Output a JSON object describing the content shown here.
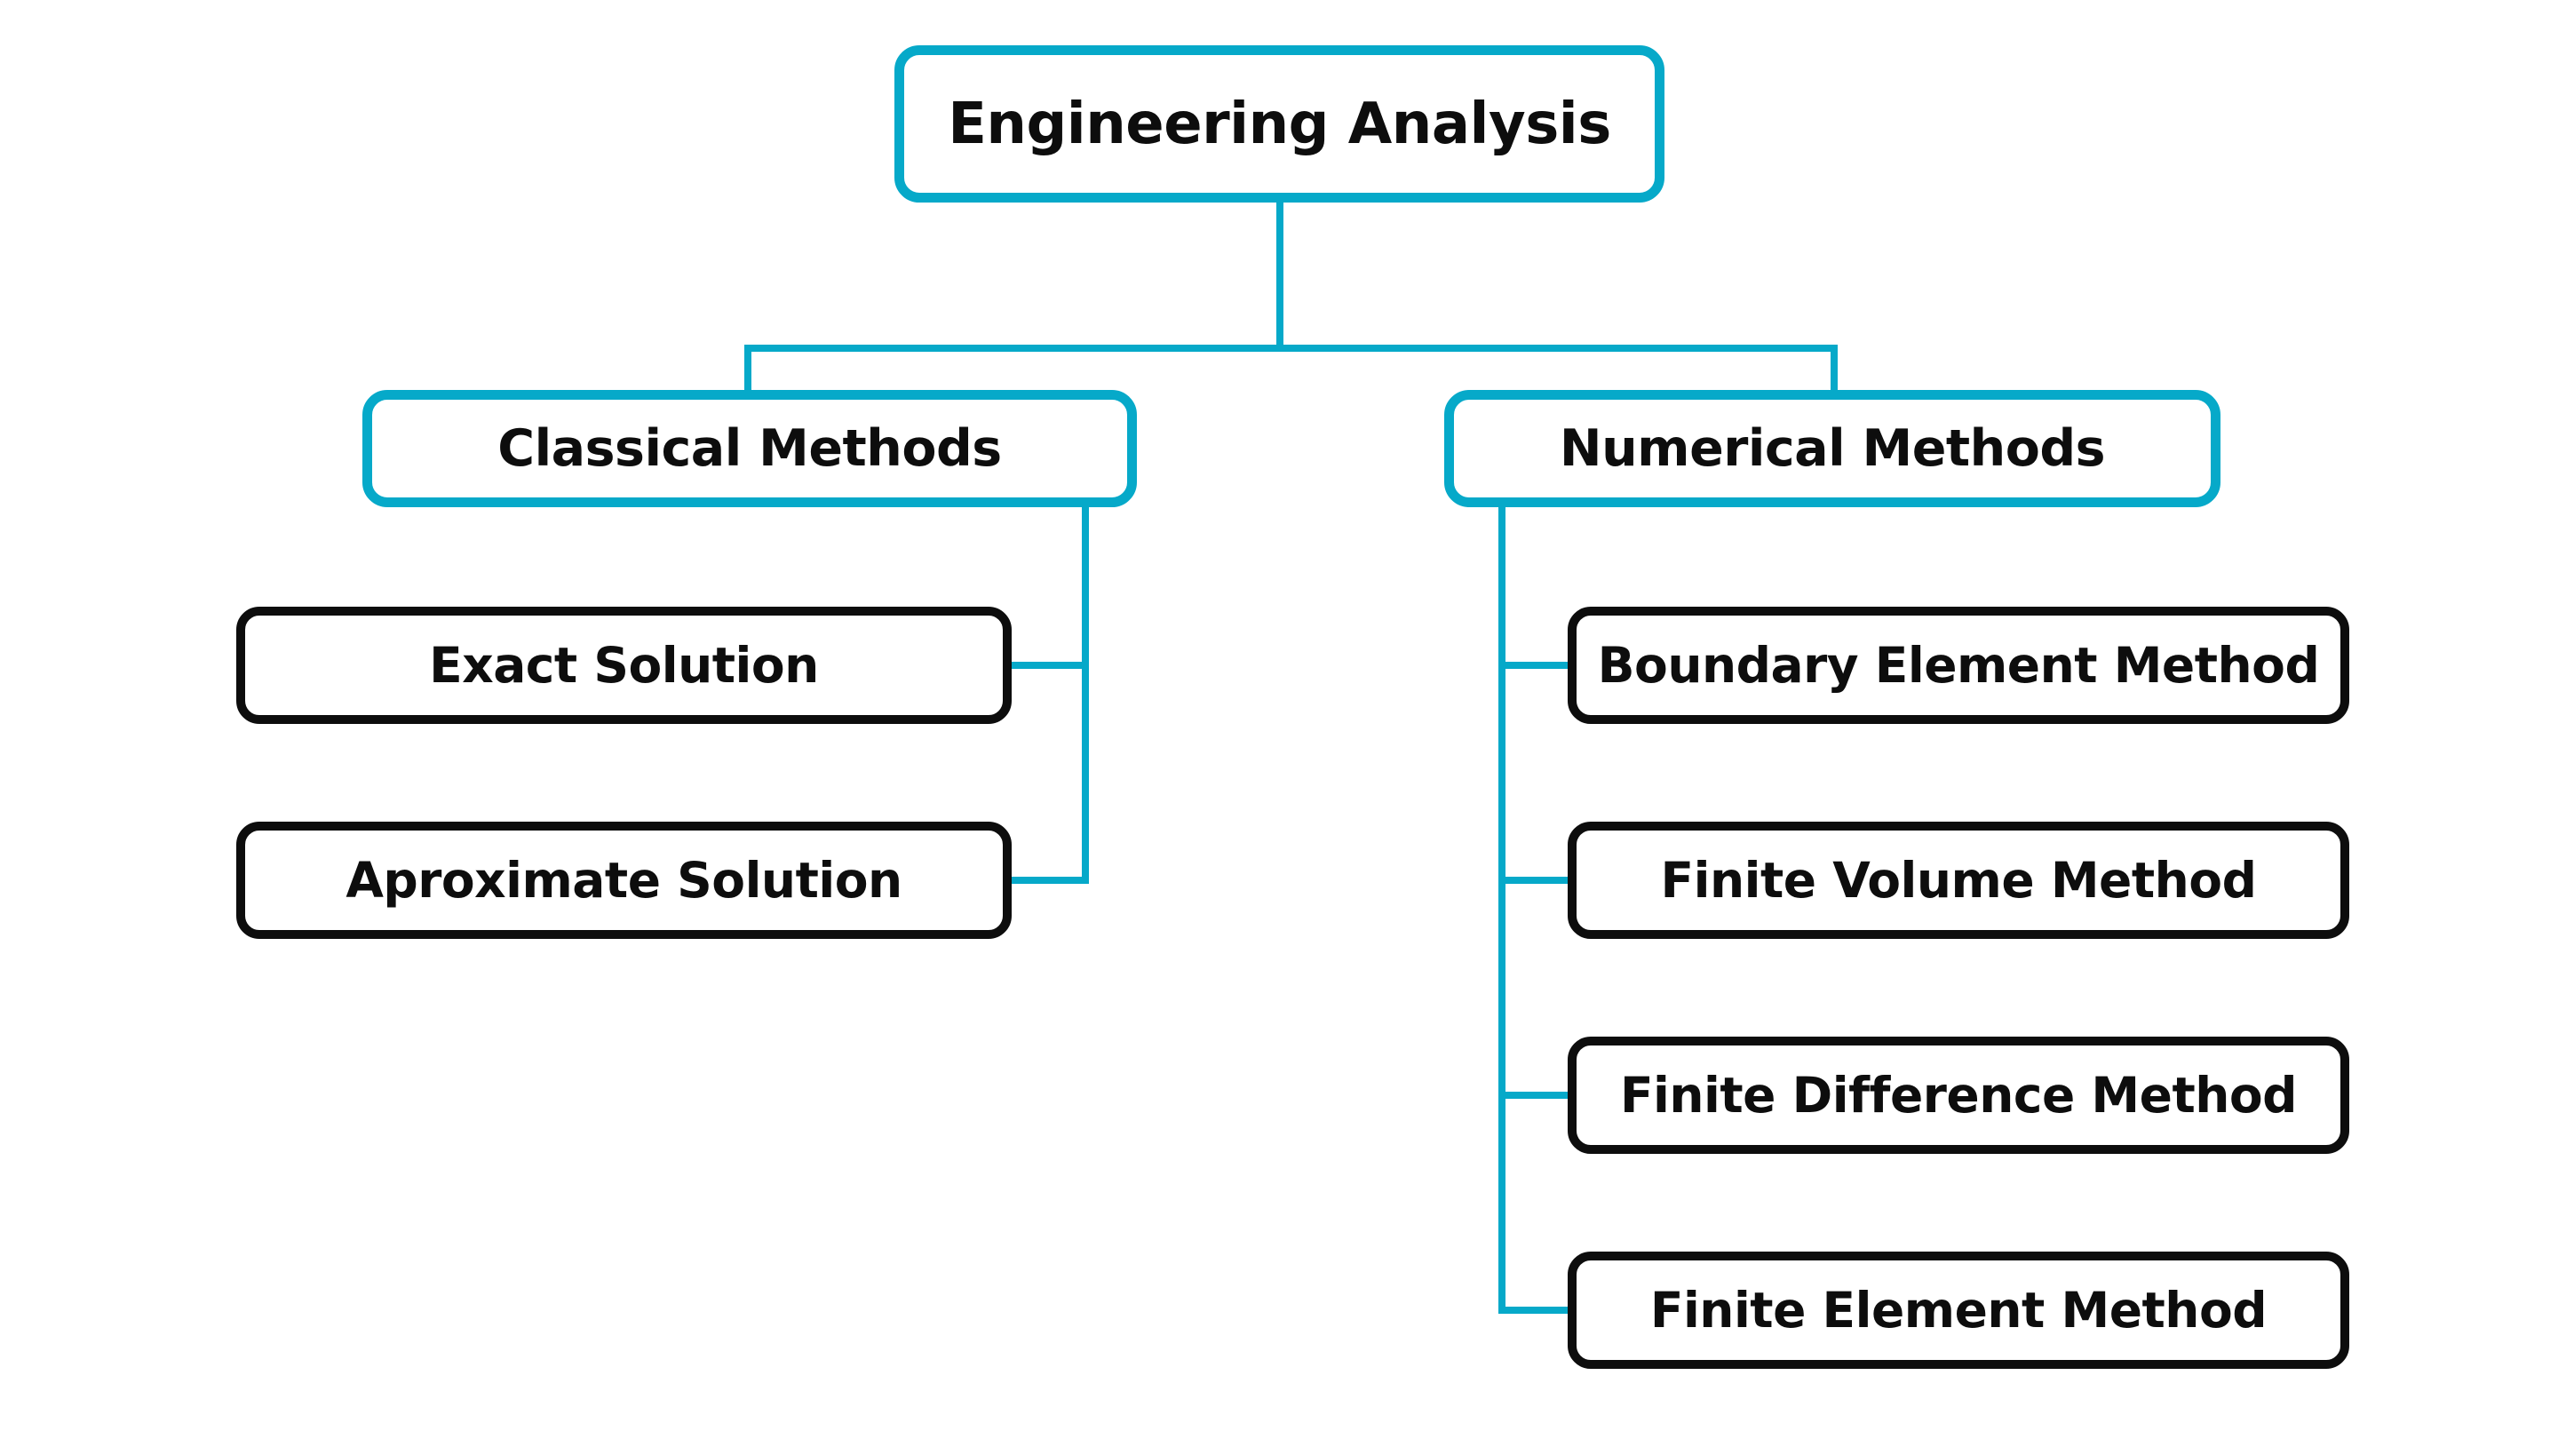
{
  "diagram": {
    "type": "flowchart-tree",
    "colors": {
      "accent": "#06a9c9",
      "ink": "#0d0d0d",
      "background": "#ffffff"
    },
    "root": {
      "label": "Engineering Analysis"
    },
    "branches": [
      {
        "label": "Classical Methods",
        "children": [
          {
            "label": "Exact Solution"
          },
          {
            "label": "Aproximate Solution"
          }
        ]
      },
      {
        "label": "Numerical Methods",
        "children": [
          {
            "label": "Boundary Element Method"
          },
          {
            "label": "Finite Volume Method"
          },
          {
            "label": "Finite Difference Method"
          },
          {
            "label": "Finite Element Method"
          }
        ]
      }
    ]
  }
}
